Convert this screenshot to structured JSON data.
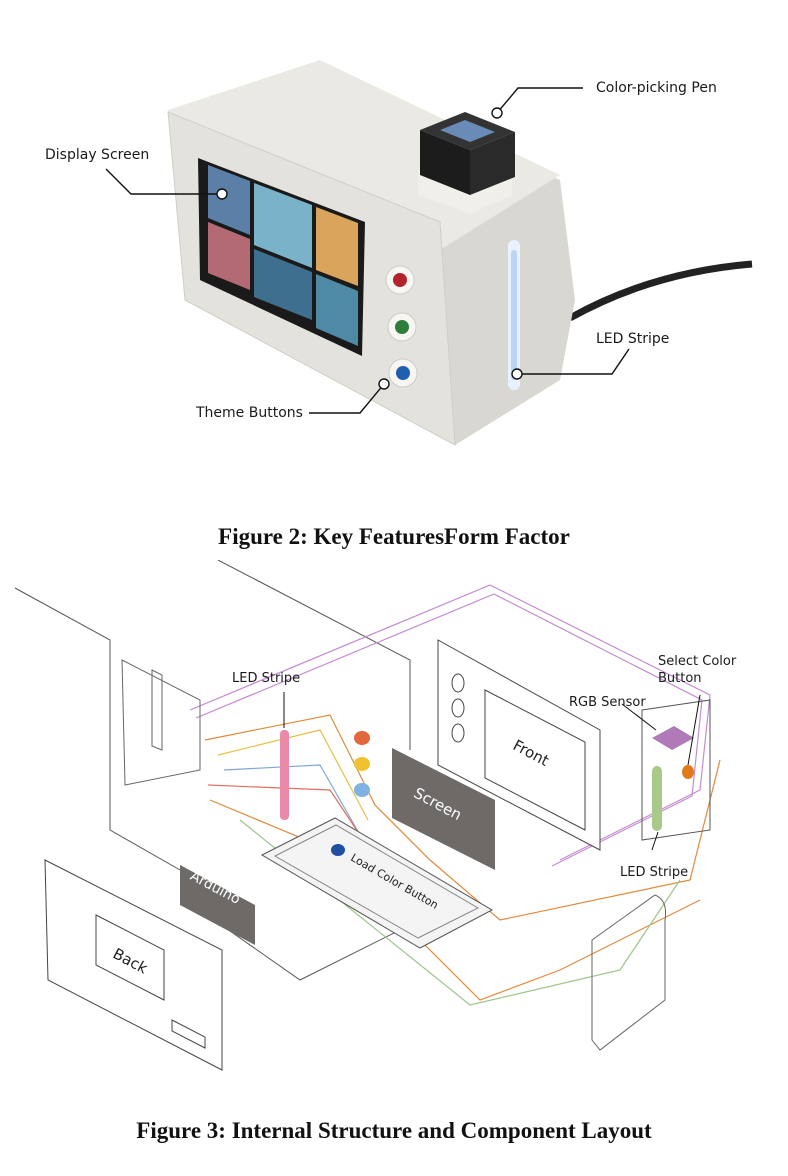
{
  "figure2": {
    "caption": "Figure 2: Key FeaturesForm Factor",
    "labels": {
      "color_pen": "Color-picking Pen",
      "display_screen": "Display Screen",
      "led_stripe": "LED Stripe",
      "theme_buttons": "Theme Buttons"
    },
    "theme_button_colors": [
      "#b2232b",
      "#2e7d3a",
      "#1f5fb0"
    ]
  },
  "figure3": {
    "caption": "Figure 3: Internal Structure and Component Layout",
    "labels": {
      "led_stripe_left": "LED Stripe",
      "select_color_button": "Select Color Button",
      "select_color_button_line1": "Select Color",
      "select_color_button_line2": "Button",
      "rgb_sensor": "RGB Sensor",
      "front": "Front",
      "screen": "Screen",
      "load_color_button": "Load Color Button",
      "arduino": "Arduino",
      "back": "Back",
      "led_stripe_right": "LED Stripe"
    },
    "component_colors": {
      "led_left": "#e88aa8",
      "led_right": "#a8c98a",
      "button_red": "#e0683a",
      "button_yellow": "#f0c232",
      "button_blue": "#7fb2e0",
      "load_button": "#1f4fa0",
      "select_button": "#e07b1a",
      "rgb_sensor": "#b07ab8",
      "screen": "#6e6a68",
      "arduino": "#6e6a68"
    }
  }
}
